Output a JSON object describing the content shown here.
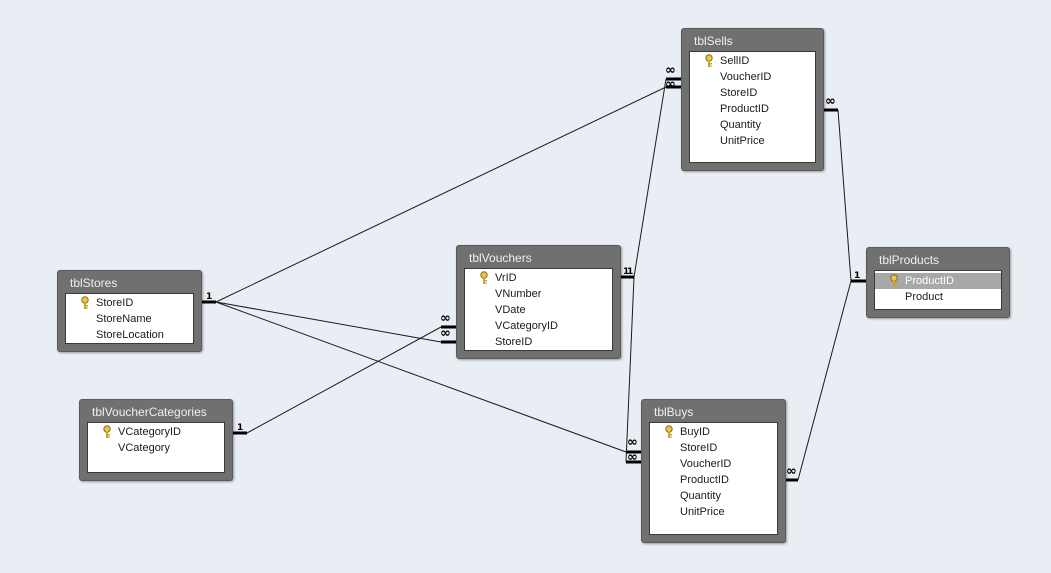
{
  "tables": {
    "tblSells": {
      "title": "tblSells",
      "fields": [
        "SellID",
        "VoucherID",
        "StoreID",
        "ProductID",
        "Quantity",
        "UnitPrice"
      ]
    },
    "tblStores": {
      "title": "tblStores",
      "fields": [
        "StoreID",
        "StoreName",
        "StoreLocation"
      ]
    },
    "tblVouchers": {
      "title": "tblVouchers",
      "fields": [
        "VrID",
        "VNumber",
        "VDate",
        "VCategoryID",
        "StoreID"
      ]
    },
    "tblProducts": {
      "title": "tblProducts",
      "fields": [
        "ProductID",
        "Product"
      ]
    },
    "tblVoucherCategories": {
      "title": "tblVoucherCategories",
      "fields": [
        "VCategoryID",
        "VCategory"
      ]
    },
    "tblBuys": {
      "title": "tblBuys",
      "fields": [
        "BuyID",
        "StoreID",
        "VoucherID",
        "ProductID",
        "Quantity",
        "UnitPrice"
      ]
    }
  },
  "relationship_labels": {
    "one": "1",
    "many": "∞"
  },
  "icons": {
    "primary_key": "key-icon"
  },
  "colors": {
    "background": "#e8eef3",
    "table_header": "#707070",
    "selected_field": "#a8a8a8",
    "relationship_line": "#1a1a1a"
  }
}
